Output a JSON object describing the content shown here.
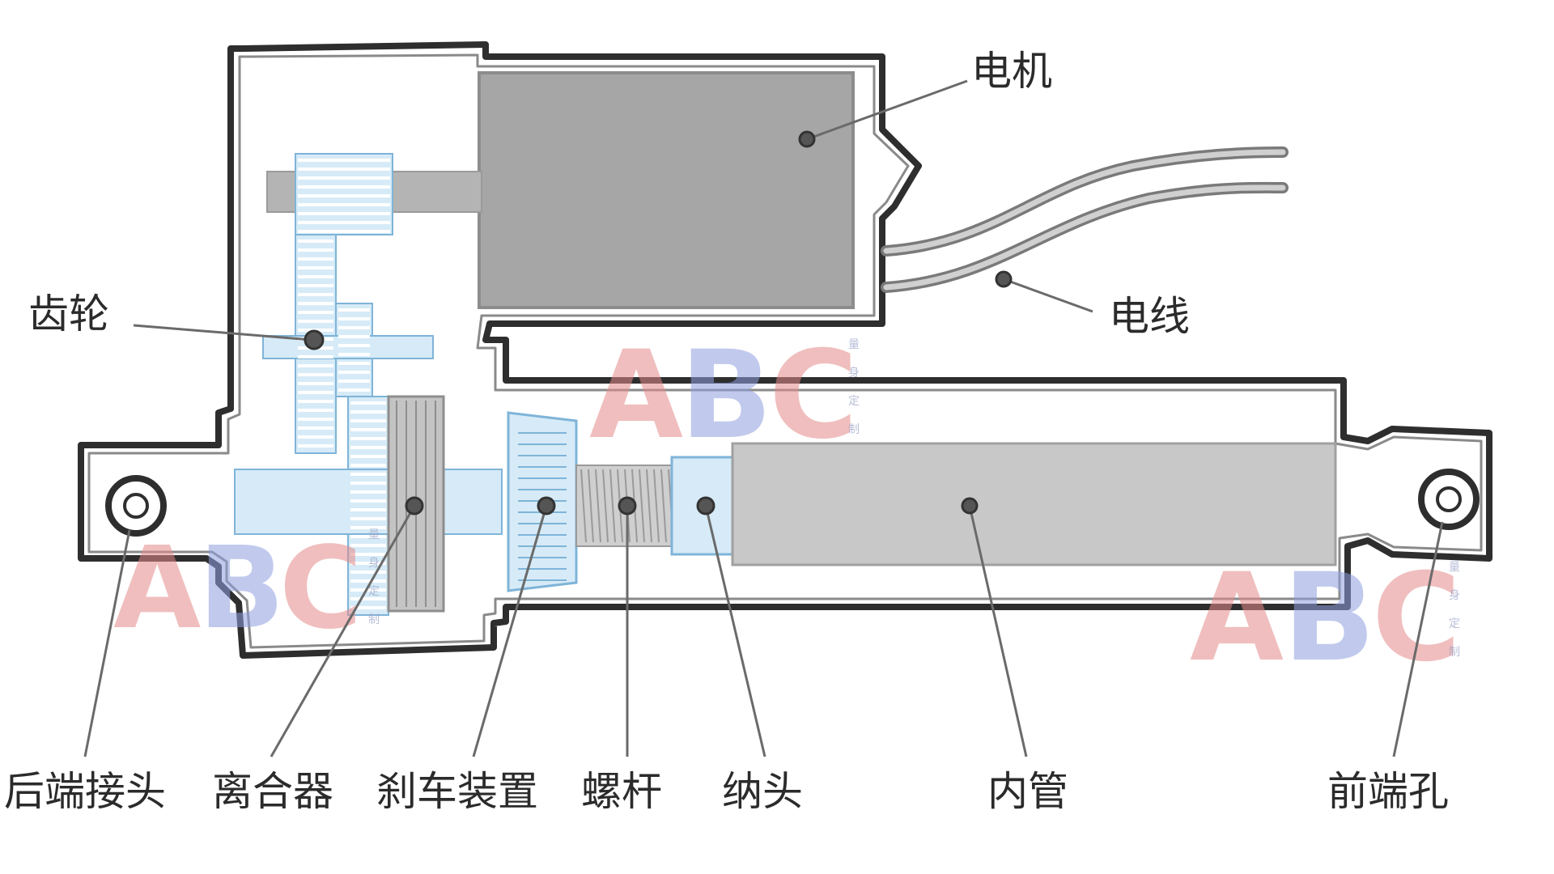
{
  "labels": {
    "motor": "电机",
    "wire": "电线",
    "gear": "齿轮",
    "rear_joint": "后端接头",
    "clutch": "离合器",
    "brake": "刹车装置",
    "screw": "螺杆",
    "nut": "纳头",
    "inner_tube": "内管",
    "front_hole": "前端孔"
  },
  "watermark": {
    "letters": [
      "A",
      "B",
      "C"
    ],
    "side_text": [
      "量",
      "身",
      "定",
      "制"
    ]
  },
  "colors": {
    "housing_stroke": "#2e2e2e",
    "motor_fill": "#a6a6a6",
    "tube_fill": "#c8c8c8",
    "gear_fill": "#d6ebf7",
    "gear_stroke": "#7fb4d8"
  }
}
